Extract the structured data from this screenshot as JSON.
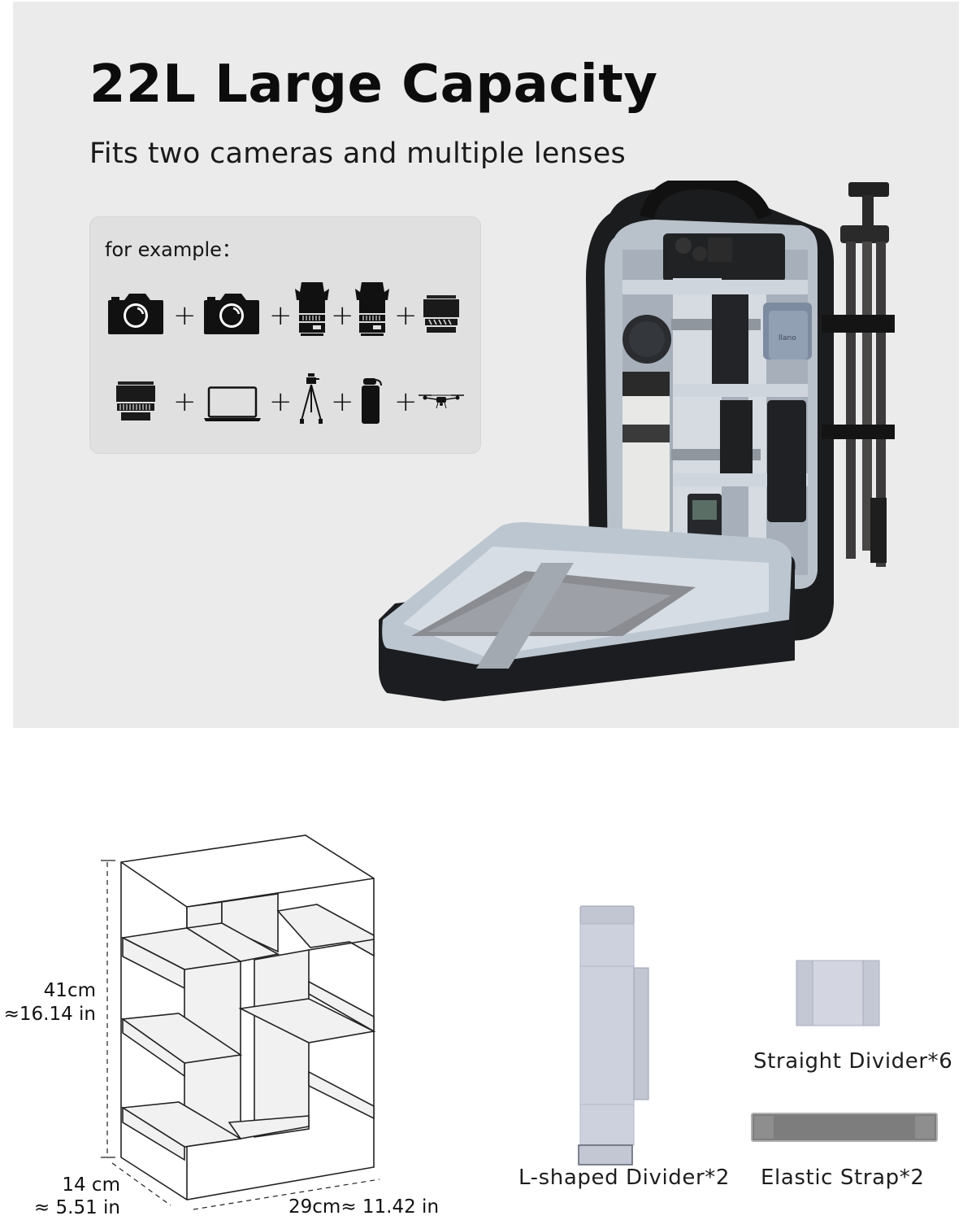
{
  "hero": {
    "title": "22L Large Capacity",
    "subtitle": "Fits two cameras and multiple lenses",
    "background": "#ebebeb"
  },
  "example_card": {
    "label": "for example：",
    "row1": [
      {
        "icon": "camera-icon"
      },
      {
        "icon": "camera-icon"
      },
      {
        "icon": "lens-with-hood-icon"
      },
      {
        "icon": "lens-with-hood-icon"
      },
      {
        "icon": "prime-lens-icon"
      }
    ],
    "row2": [
      {
        "icon": "prime-lens-icon"
      },
      {
        "icon": "laptop-icon"
      },
      {
        "icon": "tripod-icon"
      },
      {
        "icon": "water-bottle-icon"
      },
      {
        "icon": "drone-icon"
      }
    ],
    "separator": "+"
  },
  "product_image": {
    "description": "Open black camera backpack with light grey padded dividers holding two cameras, lenses, flash, power bank, laptop in front flap, tripod strapped to the side",
    "brand_text_on_powerbank": "llano"
  },
  "dimensions": {
    "height_cm": "41cm",
    "height_in": "≈16.14 in",
    "depth_cm": "14 cm",
    "depth_in": "≈ 5.51 in",
    "width": "29cm≈ 11.42 in"
  },
  "accessories": [
    {
      "name": "L-shaped Divider*2"
    },
    {
      "name": "Straight Divider*6"
    },
    {
      "name": "Elastic Strap*2"
    }
  ],
  "colors": {
    "divider_fill": "#c9ccd9",
    "divider_edge": "#9ea2b3",
    "strap": "#8a8a8a",
    "bag_black": "#1b1c1e",
    "lining": "#b9c1cb"
  }
}
